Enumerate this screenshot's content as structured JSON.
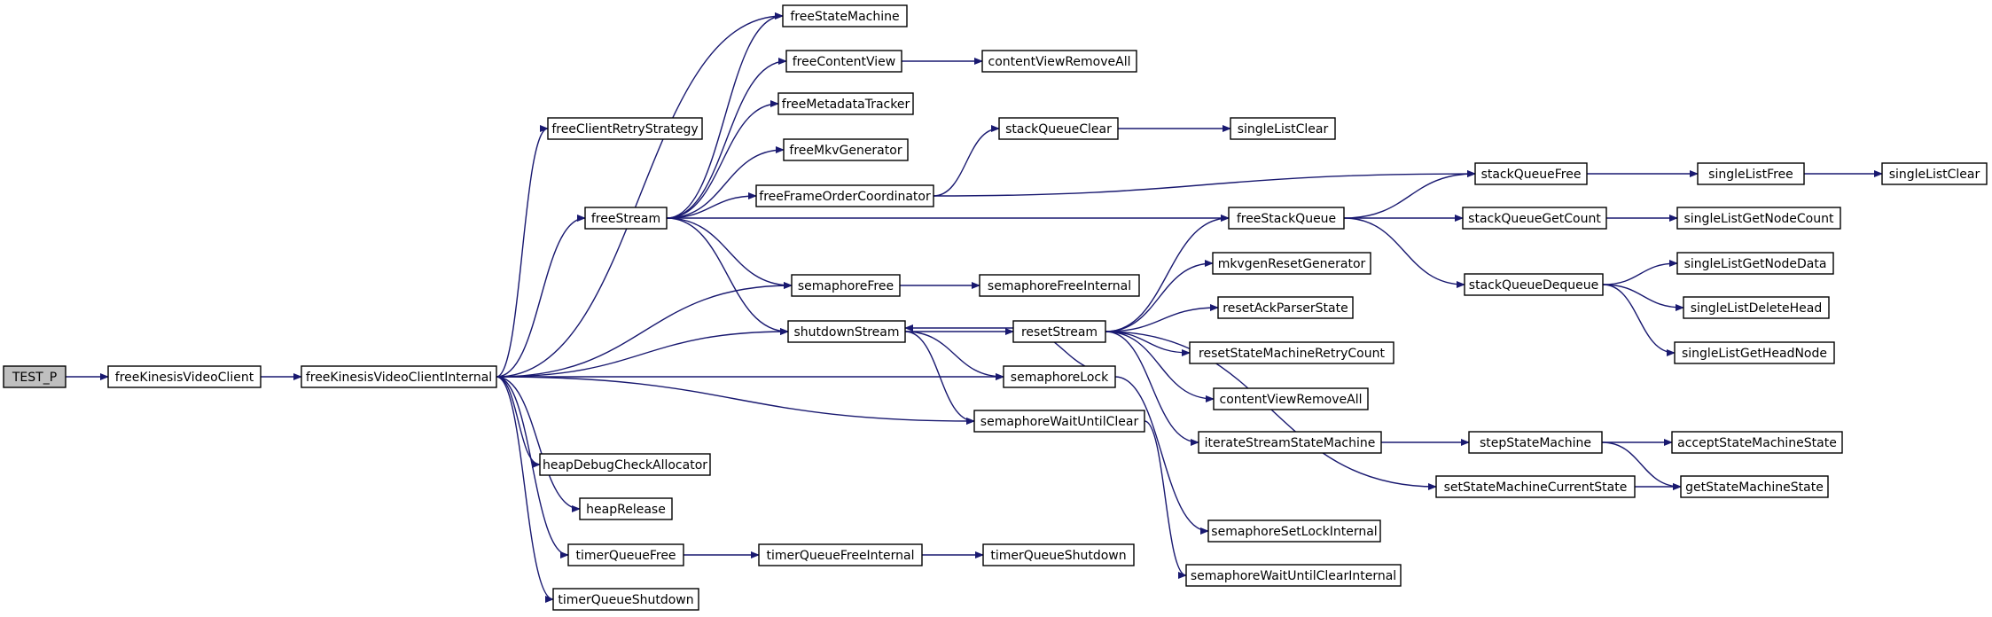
{
  "graph": {
    "edge_color": "#191970",
    "root_fill": "#bfbfbf",
    "nodes": [
      {
        "id": "TEST_P",
        "label": "TEST_P",
        "root": true
      },
      {
        "id": "freeKinesisVideoClient",
        "label": "freeKinesisVideoClient"
      },
      {
        "id": "freeKinesisVideoClientInternal",
        "label": "freeKinesisVideoClientInternal"
      },
      {
        "id": "freeClientRetryStrategy",
        "label": "freeClientRetryStrategy"
      },
      {
        "id": "freeStream",
        "label": "freeStream"
      },
      {
        "id": "freeStateMachine",
        "label": "freeStateMachine"
      },
      {
        "id": "freeContentView",
        "label": "freeContentView"
      },
      {
        "id": "contentViewRemoveAll",
        "label": "contentViewRemoveAll"
      },
      {
        "id": "freeMetadataTracker",
        "label": "freeMetadataTracker"
      },
      {
        "id": "freeMkvGenerator",
        "label": "freeMkvGenerator"
      },
      {
        "id": "freeFrameOrderCoordinator",
        "label": "freeFrameOrderCoordinator"
      },
      {
        "id": "stackQueueClear",
        "label": "stackQueueClear"
      },
      {
        "id": "singleListClear",
        "label": "singleListClear"
      },
      {
        "id": "stackQueueFree",
        "label": "stackQueueFree"
      },
      {
        "id": "singleListFree",
        "label": "singleListFree"
      },
      {
        "id": "singleListClear2",
        "label": "singleListClear"
      },
      {
        "id": "freeStackQueue",
        "label": "freeStackQueue"
      },
      {
        "id": "stackQueueGetCount",
        "label": "stackQueueGetCount"
      },
      {
        "id": "singleListGetNodeCount",
        "label": "singleListGetNodeCount"
      },
      {
        "id": "stackQueueDequeue",
        "label": "stackQueueDequeue"
      },
      {
        "id": "singleListGetNodeData",
        "label": "singleListGetNodeData"
      },
      {
        "id": "singleListDeleteHead",
        "label": "singleListDeleteHead"
      },
      {
        "id": "singleListGetHeadNode",
        "label": "singleListGetHeadNode"
      },
      {
        "id": "semaphoreFree",
        "label": "semaphoreFree"
      },
      {
        "id": "semaphoreFreeInternal",
        "label": "semaphoreFreeInternal"
      },
      {
        "id": "mkvgenResetGenerator",
        "label": "mkvgenResetGenerator"
      },
      {
        "id": "resetAckParserState",
        "label": "resetAckParserState"
      },
      {
        "id": "shutdownStream",
        "label": "shutdownStream"
      },
      {
        "id": "resetStream",
        "label": "resetStream"
      },
      {
        "id": "resetStateMachineRetryCount",
        "label": "resetStateMachineRetryCount"
      },
      {
        "id": "semaphoreLock",
        "label": "semaphoreLock"
      },
      {
        "id": "contentViewRemoveAll2",
        "label": "contentViewRemoveAll"
      },
      {
        "id": "semaphoreWaitUntilClear",
        "label": "semaphoreWaitUntilClear"
      },
      {
        "id": "iterateStreamStateMachine",
        "label": "iterateStreamStateMachine"
      },
      {
        "id": "stepStateMachine",
        "label": "stepStateMachine"
      },
      {
        "id": "acceptStateMachineState",
        "label": "acceptStateMachineState"
      },
      {
        "id": "setStateMachineCurrentState",
        "label": "setStateMachineCurrentState"
      },
      {
        "id": "getStateMachineState",
        "label": "getStateMachineState"
      },
      {
        "id": "heapDebugCheckAllocator",
        "label": "heapDebugCheckAllocator"
      },
      {
        "id": "heapRelease",
        "label": "heapRelease"
      },
      {
        "id": "semaphoreSetLockInternal",
        "label": "semaphoreSetLockInternal"
      },
      {
        "id": "timerQueueFree",
        "label": "timerQueueFree"
      },
      {
        "id": "timerQueueFreeInternal",
        "label": "timerQueueFreeInternal"
      },
      {
        "id": "timerQueueShutdown",
        "label": "timerQueueShutdown"
      },
      {
        "id": "semaphoreWaitUntilClearInternal",
        "label": "semaphoreWaitUntilClearInternal"
      },
      {
        "id": "timerQueueShutdown2",
        "label": "timerQueueShutdown"
      }
    ],
    "edges": [
      [
        "TEST_P",
        "freeKinesisVideoClient"
      ],
      [
        "freeKinesisVideoClient",
        "freeKinesisVideoClientInternal"
      ],
      [
        "freeKinesisVideoClientInternal",
        "freeClientRetryStrategy"
      ],
      [
        "freeKinesisVideoClientInternal",
        "freeStateMachine"
      ],
      [
        "freeKinesisVideoClientInternal",
        "freeStream"
      ],
      [
        "freeKinesisVideoClientInternal",
        "semaphoreFree"
      ],
      [
        "freeKinesisVideoClientInternal",
        "shutdownStream"
      ],
      [
        "freeKinesisVideoClientInternal",
        "semaphoreLock"
      ],
      [
        "freeKinesisVideoClientInternal",
        "semaphoreWaitUntilClear"
      ],
      [
        "freeKinesisVideoClientInternal",
        "heapDebugCheckAllocator"
      ],
      [
        "freeKinesisVideoClientInternal",
        "heapRelease"
      ],
      [
        "freeKinesisVideoClientInternal",
        "timerQueueFree"
      ],
      [
        "freeKinesisVideoClientInternal",
        "timerQueueShutdown2"
      ],
      [
        "freeStream",
        "freeStateMachine"
      ],
      [
        "freeStream",
        "freeContentView"
      ],
      [
        "freeStream",
        "freeMetadataTracker"
      ],
      [
        "freeStream",
        "freeMkvGenerator"
      ],
      [
        "freeStream",
        "freeFrameOrderCoordinator"
      ],
      [
        "freeStream",
        "freeStackQueue"
      ],
      [
        "freeStream",
        "semaphoreFree"
      ],
      [
        "freeStream",
        "shutdownStream"
      ],
      [
        "freeContentView",
        "contentViewRemoveAll"
      ],
      [
        "freeFrameOrderCoordinator",
        "stackQueueClear"
      ],
      [
        "freeFrameOrderCoordinator",
        "stackQueueFree"
      ],
      [
        "stackQueueClear",
        "singleListClear"
      ],
      [
        "stackQueueFree",
        "singleListFree"
      ],
      [
        "singleListFree",
        "singleListClear2"
      ],
      [
        "freeStackQueue",
        "stackQueueFree"
      ],
      [
        "freeStackQueue",
        "stackQueueGetCount"
      ],
      [
        "freeStackQueue",
        "stackQueueDequeue"
      ],
      [
        "stackQueueGetCount",
        "singleListGetNodeCount"
      ],
      [
        "stackQueueDequeue",
        "singleListGetNodeData"
      ],
      [
        "stackQueueDequeue",
        "singleListDeleteHead"
      ],
      [
        "stackQueueDequeue",
        "singleListGetHeadNode"
      ],
      [
        "semaphoreFree",
        "semaphoreFreeInternal"
      ],
      [
        "shutdownStream",
        "resetStream"
      ],
      [
        "shutdownStream",
        "semaphoreLock"
      ],
      [
        "shutdownStream",
        "semaphoreWaitUntilClear"
      ],
      [
        "resetStream",
        "shutdownStream"
      ],
      [
        "resetStream",
        "freeStackQueue"
      ],
      [
        "resetStream",
        "mkvgenResetGenerator"
      ],
      [
        "resetStream",
        "resetAckParserState"
      ],
      [
        "resetStream",
        "resetStateMachineRetryCount"
      ],
      [
        "resetStream",
        "contentViewRemoveAll2"
      ],
      [
        "resetStream",
        "iterateStreamStateMachine"
      ],
      [
        "resetStream",
        "setStateMachineCurrentState"
      ],
      [
        "resetStream",
        "semaphoreLock"
      ],
      [
        "iterateStreamStateMachine",
        "stepStateMachine"
      ],
      [
        "stepStateMachine",
        "acceptStateMachineState"
      ],
      [
        "stepStateMachine",
        "getStateMachineState"
      ],
      [
        "setStateMachineCurrentState",
        "getStateMachineState"
      ],
      [
        "semaphoreLock",
        "semaphoreSetLockInternal"
      ],
      [
        "semaphoreWaitUntilClear",
        "semaphoreWaitUntilClearInternal"
      ],
      [
        "timerQueueFree",
        "timerQueueFreeInternal"
      ],
      [
        "timerQueueFreeInternal",
        "timerQueueShutdown"
      ]
    ]
  }
}
